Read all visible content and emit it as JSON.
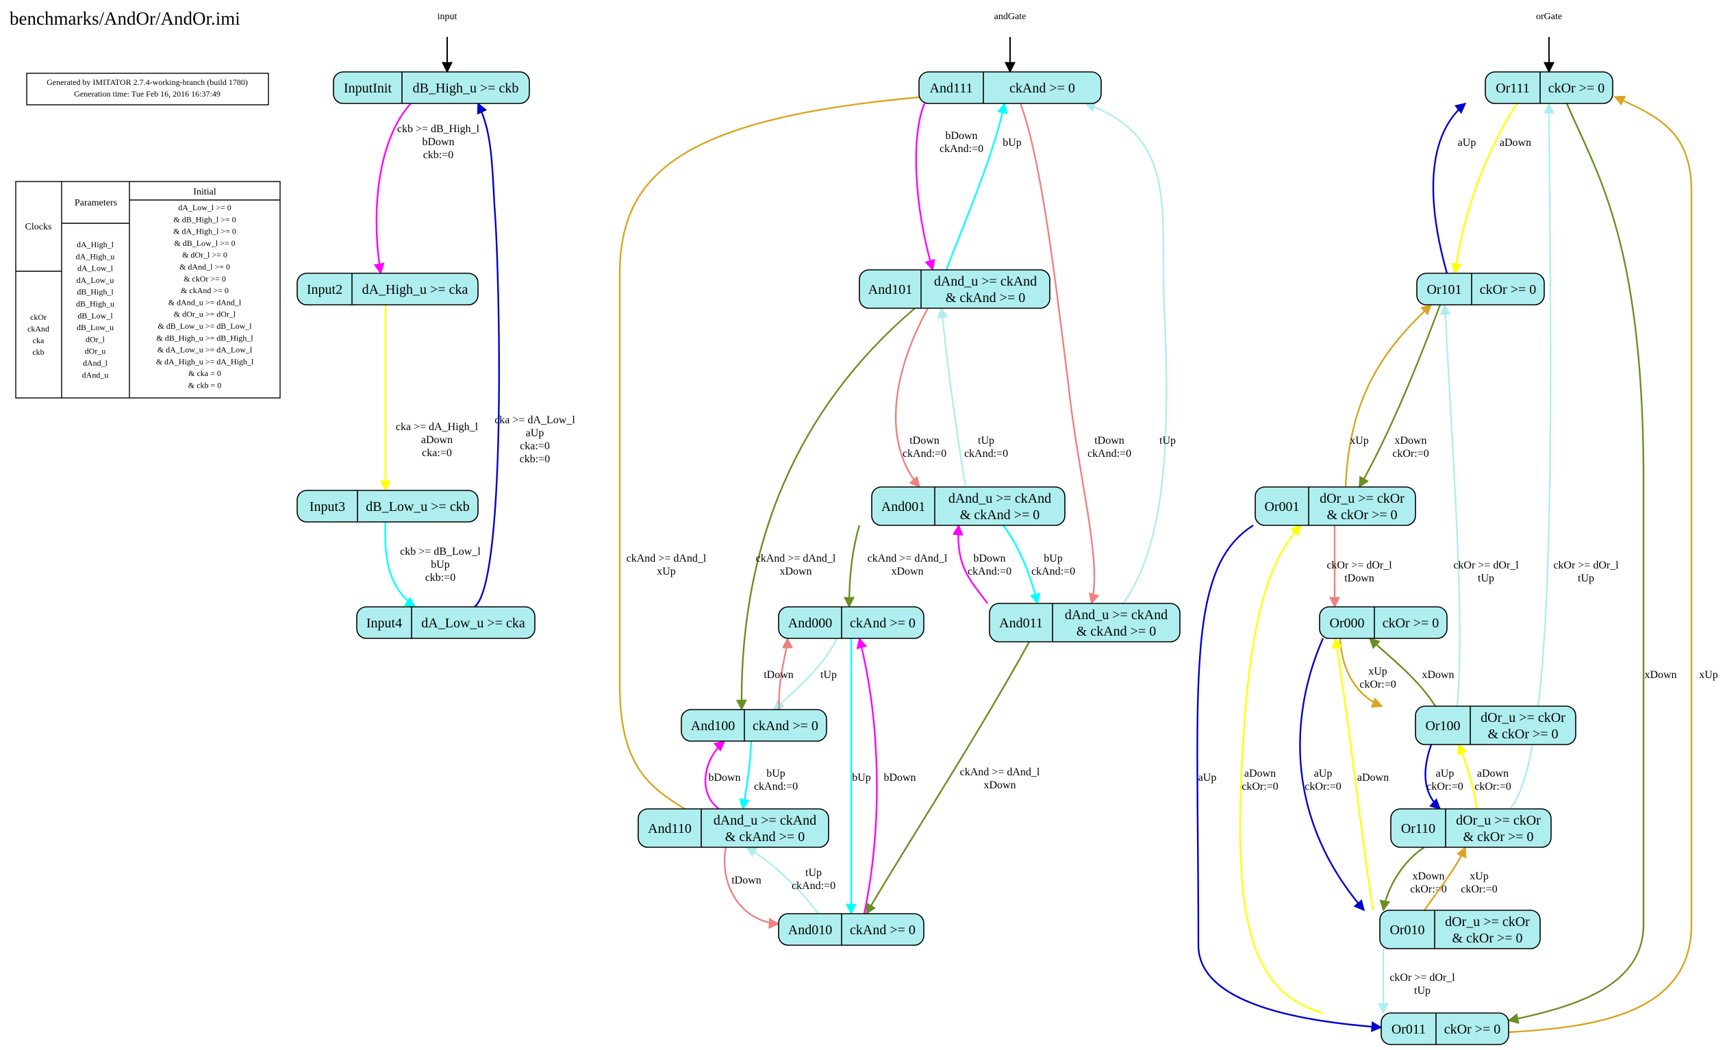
{
  "title": "benchmarks/AndOr/AndOr.imi",
  "generator": {
    "line1": "Generated by IMITATOR 2.7.4-working-branch (build 1780)",
    "line2": "Generation time: Tue Feb 16, 2016 16:37:49"
  },
  "table": {
    "clocks_header": "Clocks",
    "parameters_header": "Parameters",
    "initial_header": "Initial",
    "clocks": [
      "ckOr",
      "ckAnd",
      "cka",
      "ckb"
    ],
    "parameters": [
      "dA_High_l",
      "dA_High_u",
      "dA_Low_l",
      "dA_Low_u",
      "dB_High_l",
      "dB_High_u",
      "dB_Low_l",
      "dB_Low_u",
      "dOr_l",
      "dOr_u",
      "dAnd_l",
      "dAnd_u"
    ],
    "initial": [
      "dA_Low_l >= 0",
      "& dB_High_l >= 0",
      "& dA_High_l >= 0",
      "& dB_Low_l >= 0",
      "& dOr_l >= 0",
      "& dAnd_l >= 0",
      "& ckOr >= 0",
      "& ckAnd >= 0",
      "& dAnd_u >= dAnd_l",
      "& dOr_u >= dOr_l",
      "& dB_Low_u >= dB_Low_l",
      "& dB_High_u >= dB_High_l",
      "& dA_Low_u >= dA_Low_l",
      "& dA_High_u >= dA_High_l",
      "& cka = 0",
      "& ckb = 0"
    ]
  },
  "automata": [
    {
      "id": "input",
      "label": "input",
      "initial": "InputInit"
    },
    {
      "id": "andGate",
      "label": "andGate",
      "initial": "And111"
    },
    {
      "id": "orGate",
      "label": "orGate",
      "initial": "Or111"
    }
  ],
  "colors": {
    "node_fill": "#afeeee",
    "magenta": "#ff00ff",
    "blue": "#0000cd",
    "yellow": "#ffff00",
    "cyan": "#00ffff",
    "salmon": "#f08080",
    "paleturquoise": "#afeeee",
    "olive": "#6b8e23",
    "goldenrod": "#daa520"
  },
  "locations": [
    {
      "id": "InputInit",
      "name": "InputInit",
      "invariant": [
        "dB_High_u >= ckb"
      ]
    },
    {
      "id": "Input2",
      "name": "Input2",
      "invariant": [
        "dA_High_u >= cka"
      ]
    },
    {
      "id": "Input3",
      "name": "Input3",
      "invariant": [
        "dB_Low_u >= ckb"
      ]
    },
    {
      "id": "Input4",
      "name": "Input4",
      "invariant": [
        "dA_Low_u >= cka"
      ]
    },
    {
      "id": "And111",
      "name": "And111",
      "invariant": [
        "ckAnd >= 0"
      ]
    },
    {
      "id": "And101",
      "name": "And101",
      "invariant": [
        "dAnd_u >= ckAnd",
        "& ckAnd >= 0"
      ]
    },
    {
      "id": "And001",
      "name": "And001",
      "invariant": [
        "dAnd_u >= ckAnd",
        "& ckAnd >= 0"
      ]
    },
    {
      "id": "And000",
      "name": "And000",
      "invariant": [
        "ckAnd >= 0"
      ]
    },
    {
      "id": "And011",
      "name": "And011",
      "invariant": [
        "dAnd_u >= ckAnd",
        "& ckAnd >= 0"
      ]
    },
    {
      "id": "And100",
      "name": "And100",
      "invariant": [
        "ckAnd >= 0"
      ]
    },
    {
      "id": "And110",
      "name": "And110",
      "invariant": [
        "dAnd_u >= ckAnd",
        "& ckAnd >= 0"
      ]
    },
    {
      "id": "And010",
      "name": "And010",
      "invariant": [
        "ckAnd >= 0"
      ]
    },
    {
      "id": "Or111",
      "name": "Or111",
      "invariant": [
        "ckOr >= 0"
      ]
    },
    {
      "id": "Or101",
      "name": "Or101",
      "invariant": [
        "ckOr >= 0"
      ]
    },
    {
      "id": "Or001",
      "name": "Or001",
      "invariant": [
        "dOr_u >= ckOr",
        "& ckOr >= 0"
      ]
    },
    {
      "id": "Or000",
      "name": "Or000",
      "invariant": [
        "ckOr >= 0"
      ]
    },
    {
      "id": "Or100",
      "name": "Or100",
      "invariant": [
        "dOr_u >= ckOr",
        "& ckOr >= 0"
      ]
    },
    {
      "id": "Or110",
      "name": "Or110",
      "invariant": [
        "dOr_u >= ckOr",
        "& ckOr >= 0"
      ]
    },
    {
      "id": "Or010",
      "name": "Or010",
      "invariant": [
        "dOr_u >= ckOr",
        "& ckOr >= 0"
      ]
    },
    {
      "id": "Or011",
      "name": "Or011",
      "invariant": [
        "ckOr >= 0"
      ]
    }
  ],
  "edges": [
    {
      "from": "InputInit",
      "to": "Input2",
      "color": "magenta",
      "label": [
        "ckb >= dB_High_l",
        "bDown",
        "ckb:=0"
      ]
    },
    {
      "from": "Input2",
      "to": "Input3",
      "color": "yellow",
      "label": [
        "cka >= dA_High_l",
        "aDown",
        "cka:=0"
      ]
    },
    {
      "from": "Input3",
      "to": "Input4",
      "color": "cyan",
      "label": [
        "ckb >= dB_Low_l",
        "bUp",
        "ckb:=0"
      ]
    },
    {
      "from": "Input4",
      "to": "InputInit",
      "color": "blue",
      "label": [
        "cka >= dA_Low_l",
        "aUp",
        "cka:=0",
        "ckb:=0"
      ]
    },
    {
      "from": "And111",
      "to": "And101",
      "color": "magenta",
      "label": [
        "bDown",
        "ckAnd:=0"
      ]
    },
    {
      "from": "And101",
      "to": "And111",
      "color": "cyan",
      "label": [
        "bUp"
      ]
    },
    {
      "from": "And111",
      "to": "And011",
      "color": "salmon",
      "label": [
        "tDown",
        "ckAnd:=0"
      ]
    },
    {
      "from": "And011",
      "to": "And111",
      "color": "paleturquoise",
      "label": [
        "tUp"
      ]
    },
    {
      "from": "And101",
      "to": "And001",
      "color": "salmon",
      "label": [
        "tDown",
        "ckAnd:=0"
      ]
    },
    {
      "from": "And001",
      "to": "And101",
      "color": "paleturquoise",
      "label": [
        "tUp",
        "ckAnd:=0"
      ]
    },
    {
      "from": "And101",
      "to": "And100",
      "color": "olive",
      "label": [
        "ckAnd >= dAnd_l",
        "xDown"
      ]
    },
    {
      "from": "And110",
      "to": "And111",
      "color": "goldenrod",
      "label": [
        "ckAnd >= dAnd_l",
        "xUp"
      ]
    },
    {
      "from": "And001",
      "to": "And000",
      "color": "olive",
      "label": [
        "ckAnd >= dAnd_l",
        "xDown"
      ]
    },
    {
      "from": "And011",
      "to": "And001",
      "color": "magenta",
      "label": [
        "bDown",
        "ckAnd:=0"
      ]
    },
    {
      "from": "And001",
      "to": "And011",
      "color": "cyan",
      "label": [
        "bUp",
        "ckAnd:=0"
      ]
    },
    {
      "from": "And000",
      "to": "And100",
      "color": "paleturquoise",
      "label": [
        "tUp"
      ]
    },
    {
      "from": "And100",
      "to": "And000",
      "color": "salmon",
      "label": [
        "tDown"
      ]
    },
    {
      "from": "And000",
      "to": "And010",
      "color": "cyan",
      "label": [
        "bUp"
      ]
    },
    {
      "from": "And010",
      "to": "And000",
      "color": "magenta",
      "label": [
        "bDown"
      ]
    },
    {
      "from": "And100",
      "to": "And110",
      "color": "cyan",
      "label": [
        "bUp",
        "ckAnd:=0"
      ]
    },
    {
      "from": "And110",
      "to": "And100",
      "color": "magenta",
      "label": [
        "bDown"
      ]
    },
    {
      "from": "And110",
      "to": "And010",
      "color": "salmon",
      "label": [
        "tDown"
      ]
    },
    {
      "from": "And010",
      "to": "And110",
      "color": "paleturquoise",
      "label": [
        "tUp",
        "ckAnd:=0"
      ]
    },
    {
      "from": "And011",
      "to": "And010",
      "color": "olive",
      "label": [
        "ckAnd >= dAnd_l",
        "xDown"
      ]
    },
    {
      "from": "Or101",
      "to": "Or111",
      "color": "blue",
      "label": [
        "aUp"
      ]
    },
    {
      "from": "Or111",
      "to": "Or101",
      "color": "yellow",
      "label": [
        "aDown"
      ]
    },
    {
      "from": "Or001",
      "to": "Or101",
      "color": "goldenrod",
      "label": [
        "xUp"
      ]
    },
    {
      "from": "Or101",
      "to": "Or001",
      "color": "olive",
      "label": [
        "xDown",
        "ckOr:=0"
      ]
    },
    {
      "from": "Or001",
      "to": "Or000",
      "color": "salmon",
      "label": [
        "ckOr >= dOr_l",
        "tDown"
      ]
    },
    {
      "from": "Or100",
      "to": "Or101",
      "color": "paleturquoise",
      "label": [
        "ckOr >= dOr_l",
        "tUp"
      ]
    },
    {
      "from": "Or110",
      "to": "Or111",
      "color": "paleturquoise",
      "label": [
        "ckOr >= dOr_l",
        "tUp"
      ]
    },
    {
      "from": "Or111",
      "to": "Or011",
      "color": "olive",
      "label": [
        "xDown"
      ]
    },
    {
      "from": "Or011",
      "to": "Or111",
      "color": "goldenrod",
      "label": [
        "xUp"
      ]
    },
    {
      "from": "Or000",
      "to": "Or100",
      "color": "goldenrod",
      "label": [
        "xUp",
        "ckOr:=0"
      ]
    },
    {
      "from": "Or100",
      "to": "Or000",
      "color": "olive",
      "label": [
        "xDown"
      ]
    },
    {
      "from": "Or100",
      "to": "Or110",
      "color": "blue",
      "label": [
        "aUp",
        "ckOr:=0"
      ]
    },
    {
      "from": "Or110",
      "to": "Or100",
      "color": "yellow",
      "label": [
        "aDown",
        "ckOr:=0"
      ]
    },
    {
      "from": "Or000",
      "to": "Or010",
      "color": "blue",
      "label": [
        "aUp",
        "ckOr:=0"
      ]
    },
    {
      "from": "Or010",
      "to": "Or000",
      "color": "yellow",
      "label": [
        "aDown"
      ]
    },
    {
      "from": "Or110",
      "to": "Or010",
      "color": "olive",
      "label": [
        "xDown",
        "ckOr:=0"
      ]
    },
    {
      "from": "Or010",
      "to": "Or110",
      "color": "goldenrod",
      "label": [
        "xUp",
        "ckOr:=0"
      ]
    },
    {
      "from": "Or010",
      "to": "Or011",
      "color": "paleturquoise",
      "label": [
        "ckOr >= dOr_l",
        "tUp"
      ]
    },
    {
      "from": "Or001",
      "to": "Or011",
      "color": "blue",
      "label": [
        "aUp"
      ]
    },
    {
      "from": "Or011",
      "to": "Or001",
      "color": "yellow",
      "label": [
        "aDown",
        "ckOr:=0"
      ]
    }
  ]
}
